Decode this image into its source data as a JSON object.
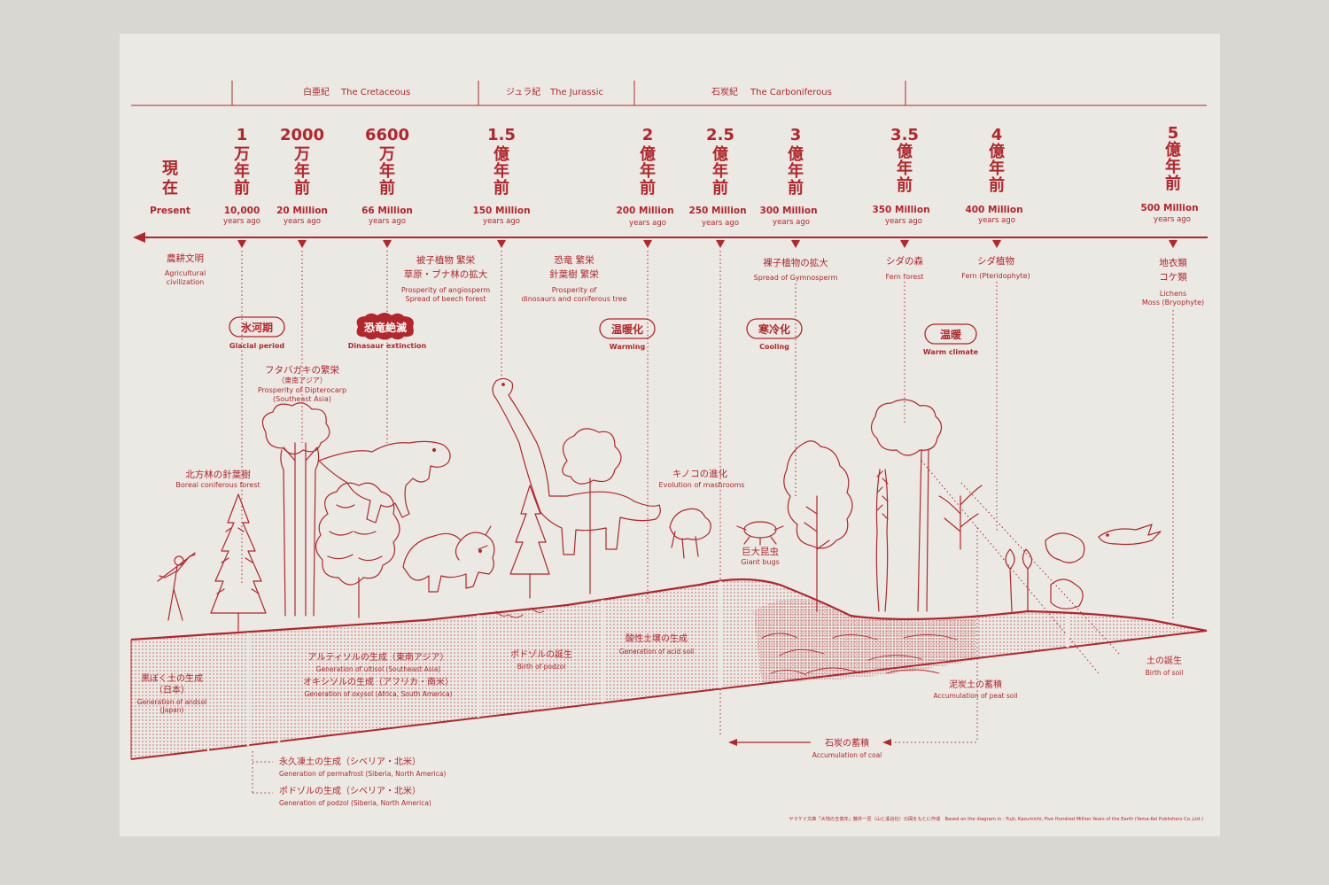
{
  "eras": [
    {
      "jp": "白亜紀",
      "en": "The Cretaceous"
    },
    {
      "jp": "ジュラ紀",
      "en": "The Jurassic"
    },
    {
      "jp": "石炭紀",
      "en": "The Carboniferous"
    }
  ],
  "timeline": [
    {
      "jp": [
        "現",
        "在"
      ],
      "en": "Present",
      "sub": ""
    },
    {
      "num": "1",
      "jp": [
        "万",
        "年",
        "前"
      ],
      "en": "10,000",
      "sub": "years ago"
    },
    {
      "num": "2000",
      "jp": [
        "万",
        "年",
        "前"
      ],
      "en": "20 Million",
      "sub": "years ago"
    },
    {
      "num": "6600",
      "jp": [
        "万",
        "年",
        "前"
      ],
      "en": "66 Million",
      "sub": "years ago"
    },
    {
      "num": "1.5",
      "jp": [
        "億",
        "年",
        "前"
      ],
      "en": "150 Million",
      "sub": "years ago"
    },
    {
      "num": "2",
      "jp": [
        "億",
        "年",
        "前"
      ],
      "en": "200 Million",
      "sub": "years ago"
    },
    {
      "num": "2.5",
      "jp": [
        "億",
        "年",
        "前"
      ],
      "en": "250 Million",
      "sub": "years ago"
    },
    {
      "num": "3",
      "jp": [
        "億",
        "年",
        "前"
      ],
      "en": "300 Million",
      "sub": "years ago"
    },
    {
      "num": "3.5",
      "jp": [
        "億",
        "年",
        "前"
      ],
      "en": "350 Million",
      "sub": "years ago"
    },
    {
      "num": "4",
      "jp": [
        "億",
        "年",
        "前"
      ],
      "en": "400 Million",
      "sub": "years ago"
    },
    {
      "num": "5",
      "jp": [
        "億",
        "年",
        "前"
      ],
      "en": "500 Million",
      "sub": "years ago"
    }
  ],
  "events": {
    "agri": {
      "jp": "農耕文明",
      "en": [
        "Agricultural",
        "civilization"
      ]
    },
    "angio": {
      "jp": [
        "被子植物 繁栄",
        "草原・ブナ林の拡大"
      ],
      "en": [
        "Prosperity of angiosperm",
        "Spread of beech forest"
      ]
    },
    "dino": {
      "jp": [
        "恐竜 繁栄",
        "針葉樹 繁栄"
      ],
      "en": [
        "Prosperity of",
        "dinosaurs and coniferous tree"
      ]
    },
    "gymno": {
      "jp": "裸子植物の拡大",
      "en": "Spread of Gymnosperm"
    },
    "fernforest": {
      "jp": "シダの森",
      "en": "Fern forest"
    },
    "fern": {
      "jp": "シダ植物",
      "en": "Fern (Pteridophyte)"
    },
    "lichen": {
      "jp": [
        "地衣類",
        "コケ類"
      ],
      "en": [
        "Lichens",
        "Moss (Bryophyte)"
      ]
    },
    "diptero": {
      "jp": [
        "フタバガキの繁栄",
        "（東南アジア）"
      ],
      "en": [
        "Prosperity of Dipterocarp",
        "(Southeast Asia)"
      ]
    },
    "boreal": {
      "jp": "北方林の針葉樹",
      "en": "Boreal coniferous forest"
    },
    "mushroom": {
      "jp": "キノコの進化",
      "en": "Evolution of mashrooms"
    },
    "bugs": {
      "jp": "巨大昆虫",
      "en": "Giant bugs"
    }
  },
  "badges": [
    {
      "jp": "氷河期",
      "en": "Glacial period"
    },
    {
      "jp": "恐竜絶滅",
      "en": "Dinasaur extinction"
    },
    {
      "jp": "温暖化",
      "en": "Warming"
    },
    {
      "jp": "寒冷化",
      "en": "Cooling"
    },
    {
      "jp": "温暖",
      "en": "Warm climate"
    }
  ],
  "soils": {
    "andsol": {
      "jp": [
        "黒ぼく土の生成",
        "（日本）"
      ],
      "en": [
        "Generation of andsol",
        "(Japan)"
      ]
    },
    "ultisol": {
      "jp": "アルティソルの生成（東南アジア）",
      "en": "Generation of ultisol (Southeast Asia)"
    },
    "oxysol": {
      "jp": "オキシソルの生成（アフリカ・南米）",
      "en": "Generation of oxysol (Africa, South America)"
    },
    "podzolbirth": {
      "jp": "ポドゾルの誕生",
      "en": "Birth of podzol"
    },
    "acid": {
      "jp": "酸性土壌の生成",
      "en": "Generation of acid soil"
    },
    "soilbirth": {
      "jp": "土の誕生",
      "en": "Birth of soil"
    },
    "peat": {
      "jp": "泥炭土の蓄積",
      "en": "Accumulation of peat soil"
    },
    "coal": {
      "jp": "石炭の蓄積",
      "en": "Accumulation of coal"
    },
    "permafrost": {
      "jp": "永久凍土の生成（シベリア・北米）",
      "en": "Generation of permafrost (Siberia, North America)"
    },
    "podzolgen": {
      "jp": "ポドゾルの生成（シベリア・北米）",
      "en": "Generation of podzol (Siberia, North America)"
    }
  },
  "credit": "ヤマケイ文庫「大地の五億年」藤井一至（山と溪谷社）の図をもとに作成　Based on the diagram in : Fujii, Kazumichi, Five Hundred Million Years of the Earth (Yama-Kei Publishers Co.,Ltd.)",
  "colors": {
    "accent": "#b3262b",
    "paper": "#ebe9e4",
    "backdrop": "#d9d7d2"
  }
}
